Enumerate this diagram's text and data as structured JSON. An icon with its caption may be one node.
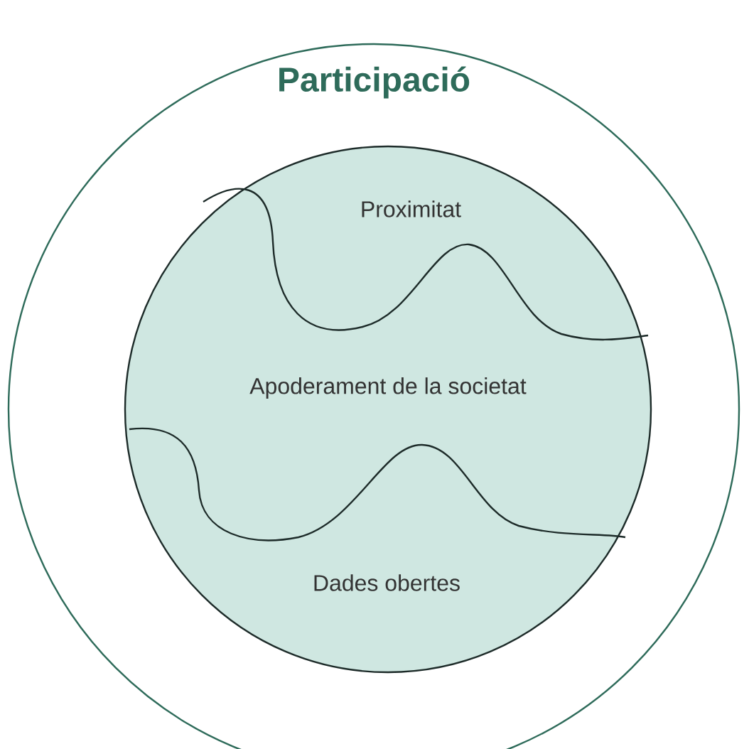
{
  "diagram": {
    "nodes": [
      {
        "text": [
          "Participació"
        ]
      },
      {
        "text": [],
        "shape": "circle",
        "in": 0
      },
      {
        "text": [
          "Proximitat"
        ],
        "in": 1
      },
      {
        "text": [
          "Apoderament de la societat"
        ],
        "in": 1
      },
      {
        "text": [
          "Dades obertes"
        ],
        "in": 1
      }
    ]
  }
}
